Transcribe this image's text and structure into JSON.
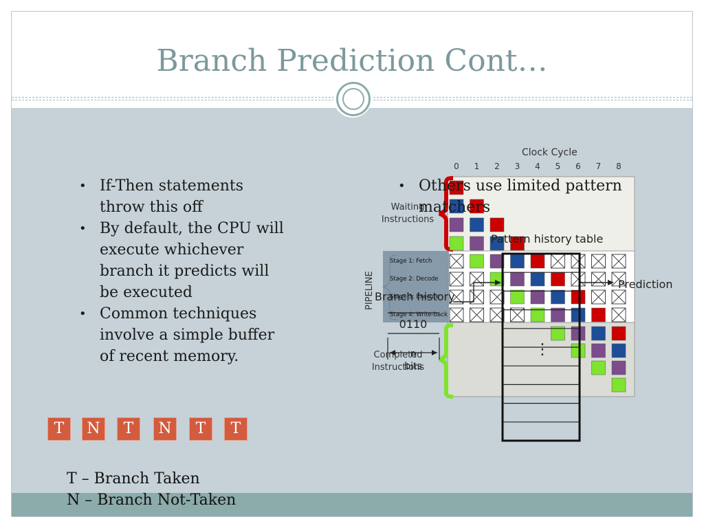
{
  "slide": {
    "title": "Branch Prediction Cont…"
  },
  "left_bullets": [
    "If-Then statements throw this off",
    "By default, the CPU will execute whichever branch it predicts will be executed",
    "Common techniques involve a simple buffer of recent memory."
  ],
  "right_bullets": [
    "Others use limited pattern matchers"
  ],
  "tn_sequence": [
    "T",
    "N",
    "T",
    "N",
    "T",
    "T"
  ],
  "legend": {
    "taken": "T – Branch Taken",
    "not_taken": "N – Branch Not-Taken"
  },
  "diagram": {
    "clock_label": "Clock Cycle",
    "clock_ticks": [
      "0",
      "1",
      "2",
      "3",
      "4",
      "5",
      "6",
      "7",
      "8"
    ],
    "waiting_label": "Waiting\nInstructions",
    "pipeline_label": "PIPELINE",
    "completed_label": "Completed\nInstructions",
    "stages": [
      "Stage 1: Fetch",
      "Stage 2: Decode",
      "Stage 3: Execute",
      "Stage 4: Write-back"
    ],
    "pattern_history_label": "Pattern history table",
    "branch_history_label": "Branch history",
    "branch_history_value": "0110",
    "n_label": "n",
    "bits_label": "bits",
    "prediction_label": "Prediction",
    "ellipsis": "⋮"
  },
  "colors": {
    "title": "#7c999c",
    "body_bg": "#c6d2d8",
    "footer": "#8cabab",
    "tn_box": "#d35b3e",
    "red": "#cc0000",
    "blue": "#1f4e99",
    "purple": "#7b4d8a",
    "green": "#7fe32f"
  }
}
